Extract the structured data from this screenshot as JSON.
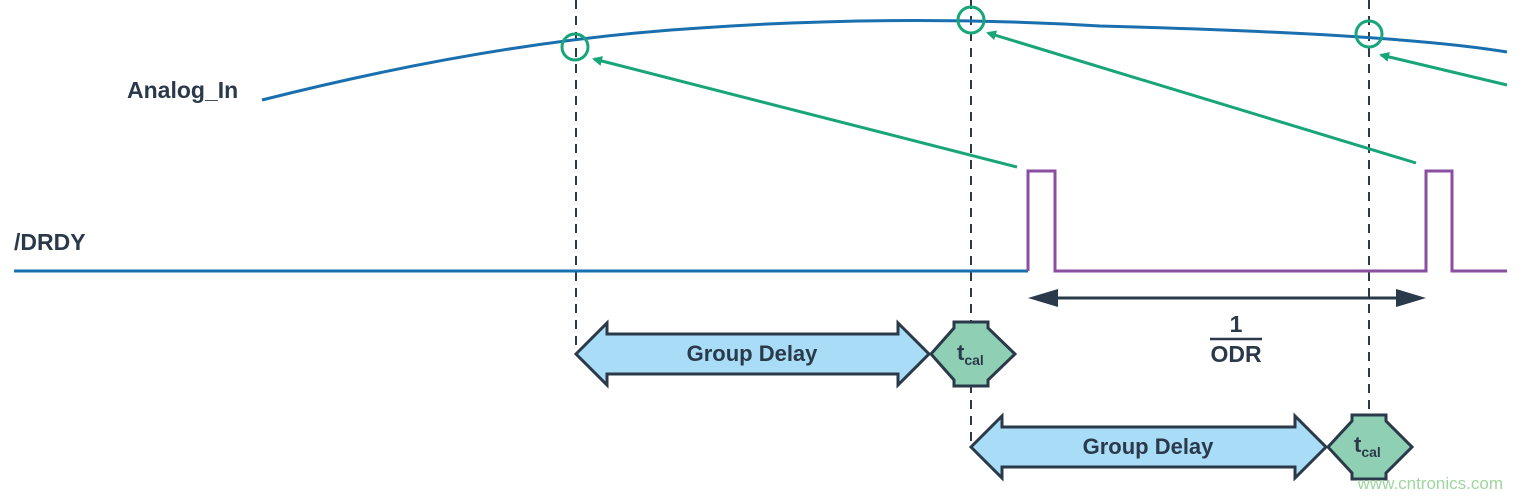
{
  "signals": {
    "analog_label": "Analog_In",
    "drdy_label": "/DRDY"
  },
  "blocks": {
    "group_delay_label": "Group Delay",
    "tcal_main": "t",
    "tcal_sub": "cal"
  },
  "odr": {
    "numerator": "1",
    "denominator": "ODR"
  },
  "watermark": "www.cntronics.com",
  "colors": {
    "analog_curve": "#1a6faf",
    "drdy_low": "#1a6faf",
    "drdy_pulse": "#8a4fa0",
    "sample_arrow": "#18a57a",
    "group_delay_fill": "#a9dcf6",
    "tcal_fill": "#8fd0b4",
    "block_stroke": "#2b3a4a",
    "dashed_line": "#2b3a4a",
    "odr_arrow": "#2b3a4a"
  }
}
